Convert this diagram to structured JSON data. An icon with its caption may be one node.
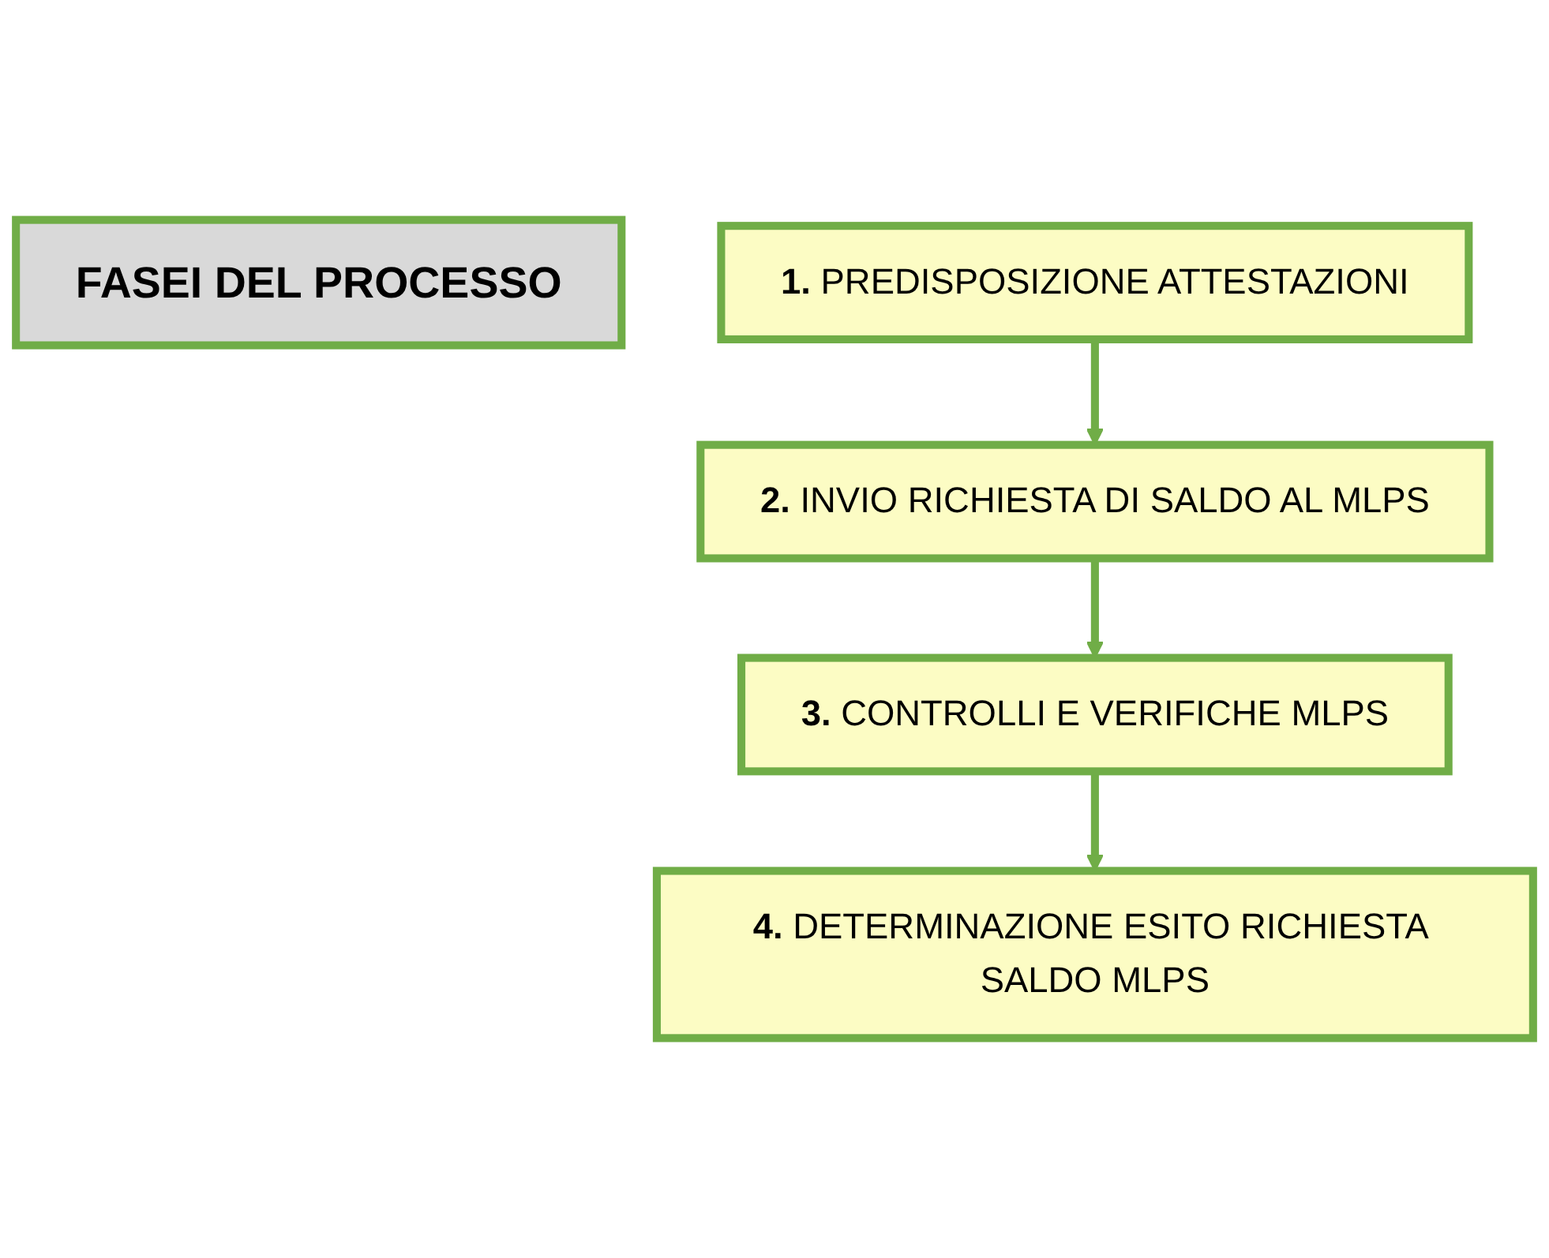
{
  "diagram": {
    "nodes": [
      {
        "text": [
          "FASEI DEL PROCESSO"
        ]
      },
      {
        "text": [
          "**1.** PREDISPOSIZIONE ATTESTAZIONI"
        ]
      },
      {
        "text": [
          "**2.** INVIO RICHIESTA DI SALDO AL MLPS"
        ]
      },
      {
        "text": [
          "**3.** CONTROLLI E VERIFICHE MLPS"
        ]
      },
      {
        "text": [
          "**4.** DETERMINAZIONE ESITO RICHIESTA SALDO MLPS"
        ]
      }
    ],
    "edges": [
      {
        "from": 1,
        "to": 2,
        "arrow": "to",
        "color": "#70ad47"
      },
      {
        "from": 2,
        "to": 3,
        "arrow": "to",
        "color": "#70ad47"
      },
      {
        "from": 3,
        "to": 4,
        "arrow": "to",
        "color": "#70ad47"
      }
    ]
  }
}
